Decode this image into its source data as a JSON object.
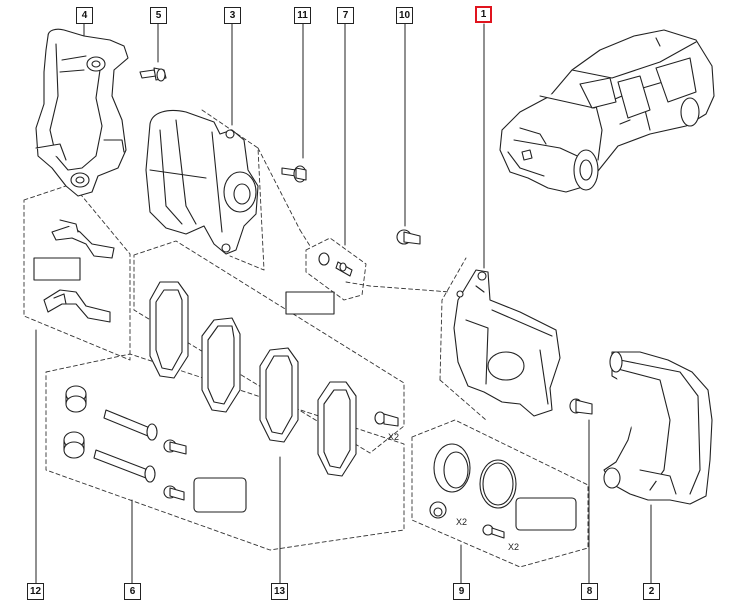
{
  "callouts": {
    "c4": "4",
    "c5": "5",
    "c3": "3",
    "c11": "11",
    "c7": "7",
    "c10": "10",
    "c1": "1",
    "c12": "12",
    "c6": "6",
    "c13": "13",
    "c9": "9",
    "c8": "8",
    "c2": "2"
  },
  "quantities": {
    "pads_bolt": "X2",
    "seal_kit_boot": "X2",
    "seal_kit_bolt": "X2"
  },
  "colors": {
    "highlight": "#e0141e",
    "line": "#222222"
  }
}
